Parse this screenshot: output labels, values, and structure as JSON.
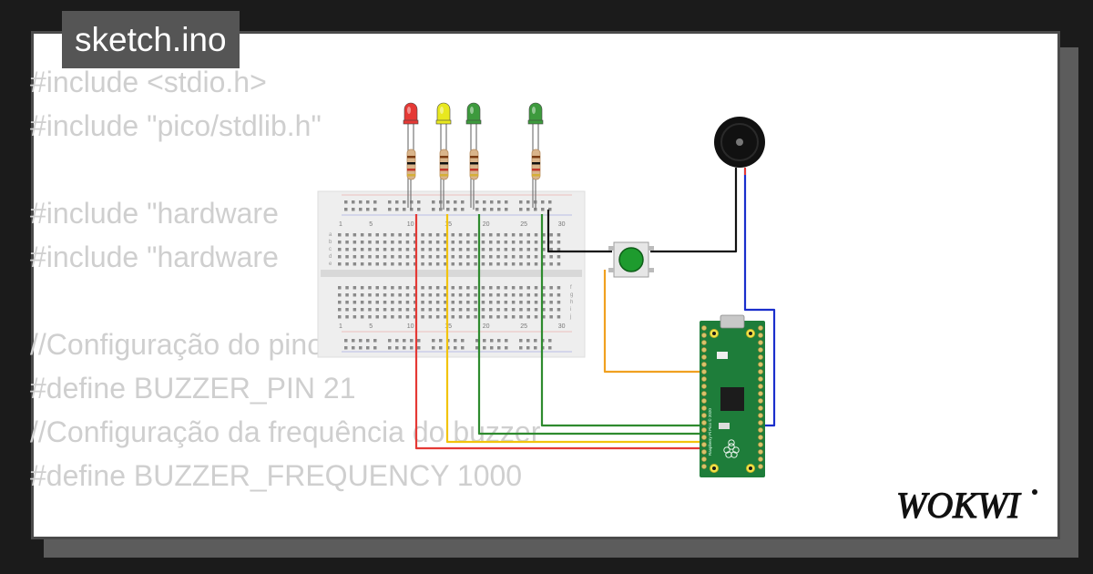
{
  "file_tab": {
    "name": "sketch.ino"
  },
  "code_lines": [
    "#include <stdio.h>",
    "#include \"pico/stdlib.h\"",
    "",
    "#include \"hardware",
    "#include \"hardware",
    "",
    "//Configuração do pino do buzzer",
    "#define BUZZER_PIN 21",
    "//Configuração da frequência do buzzer",
    "#define BUZZER_FREQUENCY 1000"
  ],
  "logo": {
    "text": "WOKWI"
  },
  "breadboard": {
    "column_numbers": [
      "1",
      "5",
      "10",
      "15",
      "20",
      "25",
      "30"
    ],
    "row_letters_top": [
      "a",
      "b",
      "c",
      "d",
      "e"
    ],
    "row_letters_bottom": [
      "f",
      "g",
      "h",
      "i",
      "j"
    ]
  },
  "leds": [
    {
      "name": "red-led",
      "color": "#e53935"
    },
    {
      "name": "yellow-led",
      "color": "#e8e81f"
    },
    {
      "name": "green-led-1",
      "color": "#3d9a3d"
    },
    {
      "name": "green-led-2",
      "color": "#3d9a3d"
    }
  ],
  "wires": {
    "red": "#e53935",
    "yellow": "#f2c40c",
    "green": "#2e8b2e",
    "orange": "#f0a020",
    "black": "#111111",
    "blue": "#1a2fcc"
  },
  "pico_board": {
    "color": "#1e7d3a",
    "label": "Raspberry Pi Pico © 2020"
  },
  "icons": [
    "buzzer-icon",
    "pushbutton-icon",
    "raspberry-logo-icon"
  ]
}
